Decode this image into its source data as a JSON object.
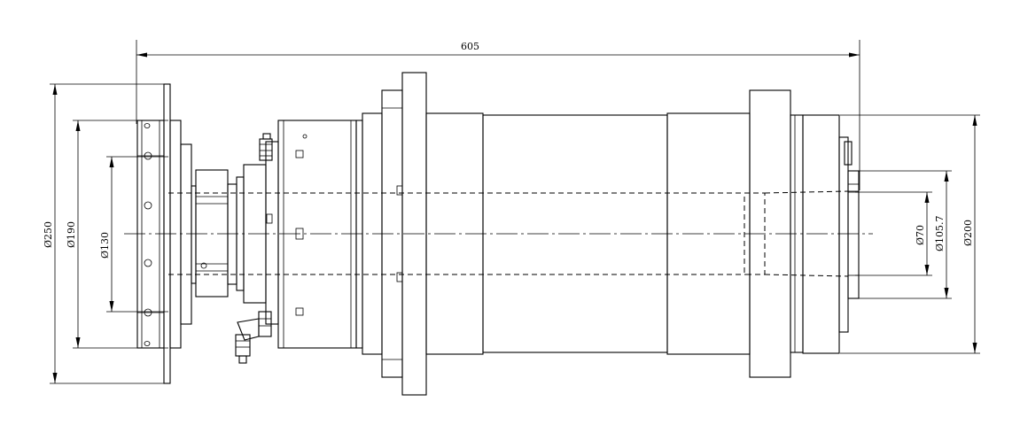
{
  "drawing": {
    "dimensions": {
      "overall_length": "605",
      "flange_outer_diameter": "Ø250",
      "flange_pcd": "Ø190",
      "front_bore": "Ø130",
      "shaft_diameter": "Ø70",
      "shaft_shoulder": "Ø105.7",
      "rear_diameter": "Ø200"
    }
  }
}
